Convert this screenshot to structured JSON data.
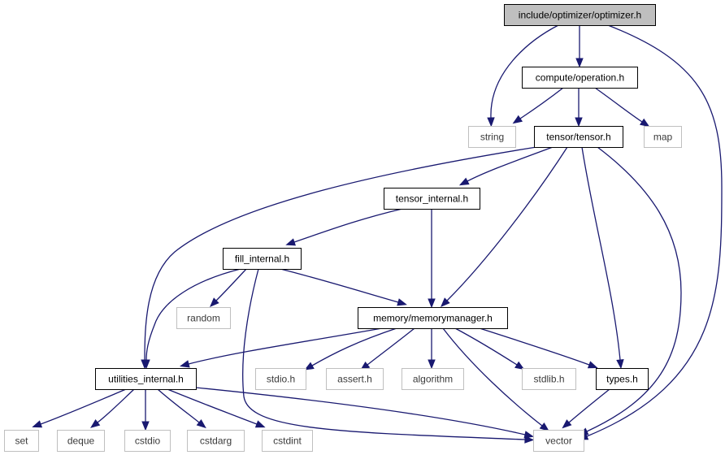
{
  "colors": {
    "edge": "#191970",
    "root_fill": "#bfbfbf",
    "root_border": "#000000",
    "internal_border": "#000000",
    "external_border": "#bfbfbf",
    "background": "#ffffff"
  },
  "nodes": {
    "optimizer": {
      "label": "include/optimizer/optimizer.h",
      "kind": "root"
    },
    "operation": {
      "label": "compute/operation.h",
      "kind": "internal"
    },
    "string": {
      "label": "string",
      "kind": "external"
    },
    "tensor": {
      "label": "tensor/tensor.h",
      "kind": "internal"
    },
    "map": {
      "label": "map",
      "kind": "external"
    },
    "tensor_internal": {
      "label": "tensor_internal.h",
      "kind": "internal"
    },
    "fill_internal": {
      "label": "fill_internal.h",
      "kind": "internal"
    },
    "random": {
      "label": "random",
      "kind": "external"
    },
    "memorymanager": {
      "label": "memory/memorymanager.h",
      "kind": "internal"
    },
    "utilities_internal": {
      "label": "utilities_internal.h",
      "kind": "internal"
    },
    "stdio": {
      "label": "stdio.h",
      "kind": "external"
    },
    "assert": {
      "label": "assert.h",
      "kind": "external"
    },
    "algorithm": {
      "label": "algorithm",
      "kind": "external"
    },
    "stdlib": {
      "label": "stdlib.h",
      "kind": "external"
    },
    "types": {
      "label": "types.h",
      "kind": "internal"
    },
    "set": {
      "label": "set",
      "kind": "external"
    },
    "deque": {
      "label": "deque",
      "kind": "external"
    },
    "cstdio": {
      "label": "cstdio",
      "kind": "external"
    },
    "cstdarg": {
      "label": "cstdarg",
      "kind": "external"
    },
    "cstdint": {
      "label": "cstdint",
      "kind": "external"
    },
    "vector": {
      "label": "vector",
      "kind": "external"
    }
  },
  "edges": [
    {
      "from": "optimizer",
      "to": "operation"
    },
    {
      "from": "optimizer",
      "to": "string"
    },
    {
      "from": "optimizer",
      "to": "vector"
    },
    {
      "from": "operation",
      "to": "string"
    },
    {
      "from": "operation",
      "to": "tensor"
    },
    {
      "from": "operation",
      "to": "map"
    },
    {
      "from": "tensor",
      "to": "tensor_internal"
    },
    {
      "from": "tensor",
      "to": "memorymanager"
    },
    {
      "from": "tensor",
      "to": "utilities_internal"
    },
    {
      "from": "tensor",
      "to": "types"
    },
    {
      "from": "tensor",
      "to": "vector"
    },
    {
      "from": "tensor_internal",
      "to": "fill_internal"
    },
    {
      "from": "tensor_internal",
      "to": "memorymanager"
    },
    {
      "from": "fill_internal",
      "to": "random"
    },
    {
      "from": "fill_internal",
      "to": "memorymanager"
    },
    {
      "from": "fill_internal",
      "to": "utilities_internal"
    },
    {
      "from": "fill_internal",
      "to": "vector"
    },
    {
      "from": "memorymanager",
      "to": "utilities_internal"
    },
    {
      "from": "memorymanager",
      "to": "stdio"
    },
    {
      "from": "memorymanager",
      "to": "assert"
    },
    {
      "from": "memorymanager",
      "to": "algorithm"
    },
    {
      "from": "memorymanager",
      "to": "stdlib"
    },
    {
      "from": "memorymanager",
      "to": "types"
    },
    {
      "from": "memorymanager",
      "to": "vector"
    },
    {
      "from": "utilities_internal",
      "to": "set"
    },
    {
      "from": "utilities_internal",
      "to": "deque"
    },
    {
      "from": "utilities_internal",
      "to": "cstdio"
    },
    {
      "from": "utilities_internal",
      "to": "cstdarg"
    },
    {
      "from": "utilities_internal",
      "to": "cstdint"
    },
    {
      "from": "utilities_internal",
      "to": "vector"
    },
    {
      "from": "types",
      "to": "vector"
    }
  ]
}
